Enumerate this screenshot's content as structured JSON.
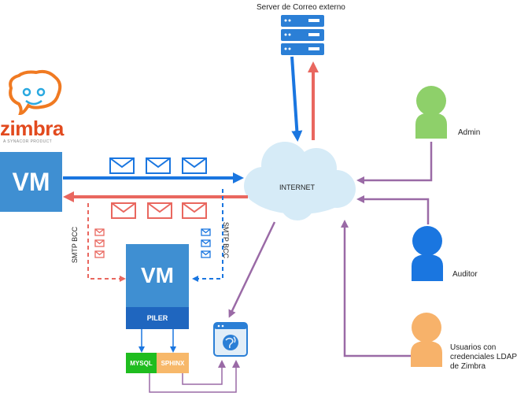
{
  "server": {
    "label": "Server de Correo externo"
  },
  "zimbra": {
    "brand": "zimbra",
    "tagline": "A SYNACOR PRODUCT"
  },
  "vm_main": {
    "label": "VM"
  },
  "vm_piler": {
    "label": "VM",
    "sub_label": "PILER"
  },
  "internet": {
    "label": "INTERNET"
  },
  "smtp_bcc_left": "SMTP BCC",
  "smtp_bcc_right": "SMTP BCC",
  "databases": {
    "mysql": "MYSQL",
    "sphinx": "SPHINX"
  },
  "users": {
    "admin": "Admin",
    "auditor": "Auditor",
    "ldap_users": "Usuarios con credenciales LDAP de Zimbra"
  },
  "colors": {
    "blue_flow": "#1a76e0",
    "red_flow": "#e9675f",
    "purple_flow": "#9a6aa6",
    "vm_blue": "#3f8fd2",
    "cloud": "#d6ebf7",
    "admin_green": "#8ed06a",
    "auditor_blue": "#1a76e0",
    "ldap_orange": "#f7b26a",
    "mysql_green": "#1fbd1f",
    "sphinx_orange": "#f7b86a"
  }
}
